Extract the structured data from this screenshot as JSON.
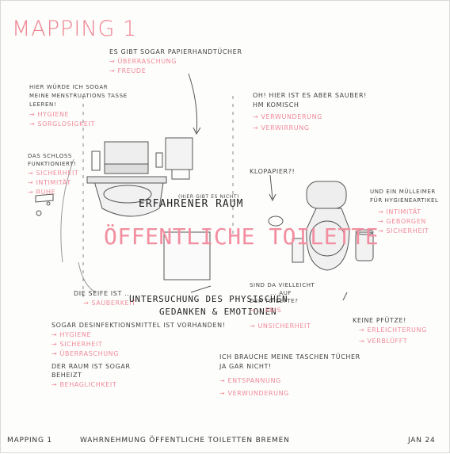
{
  "title": "MAPPING 1",
  "center": {
    "heading": "ERFAHRENER RAUM",
    "main": "ÖFFENTLICHE TOILETTE",
    "sub_line1": "UNTERSUCHUNG DES PHYSISCHEN",
    "sub_line2": "GEDANKEN & EMOTIONEN"
  },
  "notes": {
    "papier": {
      "line1": "ES GIBT SOGAR PAPIERHANDTÜCHER",
      "e1": "→ ÜBERRASCHUNG",
      "e2": "→ FREUDE"
    },
    "tasse": {
      "line1": "HIER WÜRDE ICH SOGAR",
      "line2": "MEINE MENSTRUATIONS TASSE",
      "line3": "LEEREN!",
      "e1": "→ HYGIENE",
      "e2": "→ SORGLOSIGKEIT"
    },
    "sauber": {
      "line1": "OH! HIER IST ES ABER SAUBER!",
      "line2": "HM KOMISCH",
      "e1": "→ VERWUNDERUNG",
      "e2": "→ VERWIRRUNG"
    },
    "schloss": {
      "line1": "DAS SCHLOSS",
      "line2": "FUNKTIONIERT!",
      "e1": "→ SICHERHEIT",
      "e2": "→ INTIMITÄT",
      "e3": "→ RUHE"
    },
    "klopapier": {
      "line1": "KLOPAPIER?!"
    },
    "spiegel": {
      "line1": "(HIER GIBT ES NICHT)"
    },
    "muelleimer": {
      "line1": "UND EIN MÜLLEIMER",
      "line2": "FÜR HYGIENEARTIKEL",
      "e1": "→ INTIMITÄT",
      "e2": "→ GEBORGEN",
      "e3": "→ SICHERHEIT"
    },
    "seife": {
      "line1": "DIE SEIFE IST ...",
      "e1": "→ SAUBERKEIT"
    },
    "desinfektion": {
      "line1": "SOGAR DESINFEKTIONSMITTEL IST VORHANDEN!",
      "e1": "→ HYGIENE",
      "e2": "→ SICHERHEIT",
      "e3": "→ ÜBERRASCHUNG",
      "line2": "DER RAUM IST SOGAR",
      "line3": "BEHEIZT",
      "e4": "→ BEHAGLICHKEIT"
    },
    "zelle": {
      "line1": "SIND DA VIELLEICHT",
      "line2": "... AUF",
      "line3": "DER TOILETTE?",
      "e1": "→ ...EBIS",
      "e2": "→ UNSICHERHEIT"
    },
    "pfuetze": {
      "line1": "KEINE PFÜTZE!",
      "e1": "→ ERLEICHTERUNG",
      "e2": "→ VERBLÜFFT"
    },
    "taschentuch": {
      "line1": "ICH BRAUCHE MEINE TASCHEN TÜCHER",
      "line2": "JA GAR NICHT!",
      "e1": "→ ENTSPANNUNG",
      "e2": "→ VERWUNDERUNG"
    }
  },
  "footer": {
    "left": "MAPPING 1",
    "middle": "WAHRNEHMUNG ÖFFENTLICHE TOILETTEN BREMEN",
    "right": "JAN 24"
  }
}
